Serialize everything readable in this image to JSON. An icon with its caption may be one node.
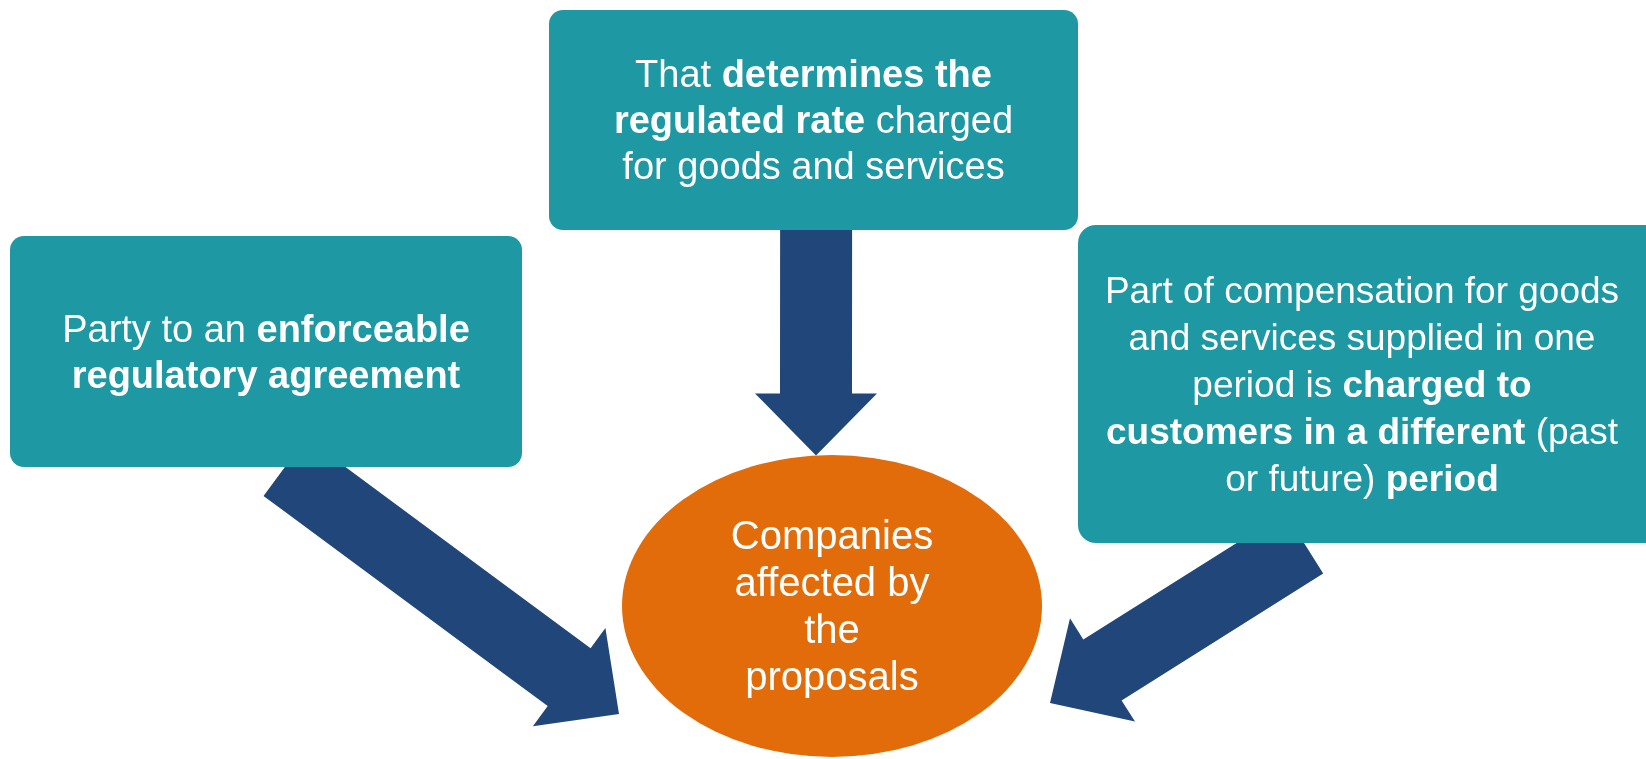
{
  "diagram": {
    "nodes": [
      {
        "text": [
          "That **determines the regulated rate** charged for goods and services"
        ]
      },
      {
        "text": [
          "Party to an **enforceable regulatory agreement**"
        ]
      },
      {
        "text": [
          "Part of compensation for goods and services supplied in one period is **charged to customers in a different** (past or future) **period**"
        ]
      },
      {
        "text": [
          "Companies affected by the proposals"
        ]
      }
    ],
    "edges": [
      {
        "from": 1,
        "to": 3,
        "arrow": "to",
        "style": "thick"
      },
      {
        "from": 0,
        "to": 3,
        "arrow": "to",
        "style": "thick"
      },
      {
        "from": 2,
        "to": 3,
        "arrow": "to",
        "style": "thick"
      }
    ]
  }
}
